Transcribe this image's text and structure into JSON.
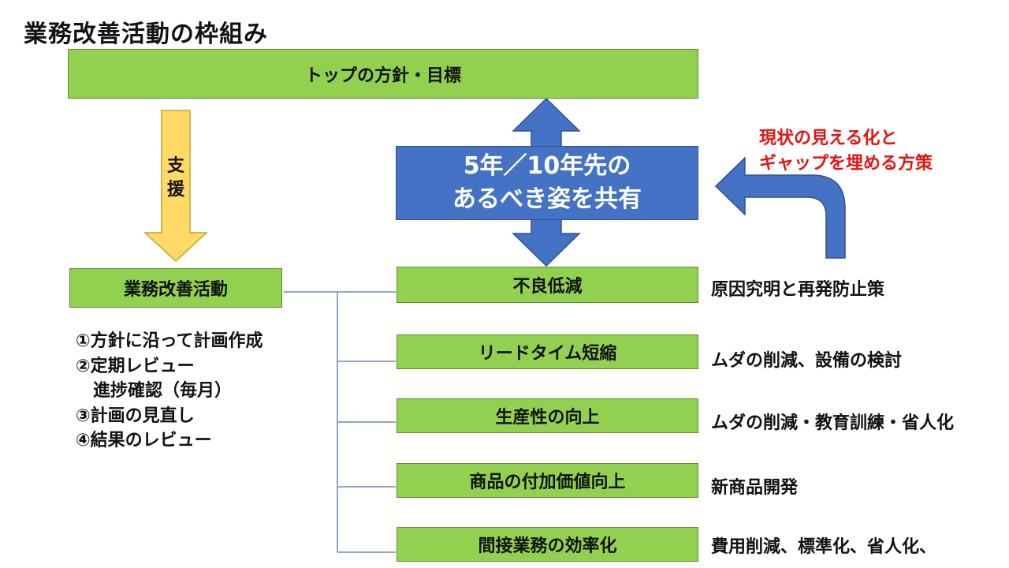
{
  "title": "業務改善活動の枠組み",
  "top_box": "トップの方針・目標",
  "support": {
    "char1": "支",
    "char2": "援"
  },
  "center": {
    "line1": "5年／10年先の",
    "line2": "あるべき姿を共有"
  },
  "visualize": {
    "line1": "現状の見える化と",
    "line2": "ギャップを埋める方策"
  },
  "activity_box": "業務改善活動",
  "steps": [
    "①方針に沿って計画作成",
    "②定期レビュー",
    "　進捗確認（毎月）",
    "③計画の見直し",
    "④結果のレビュー"
  ],
  "items": [
    {
      "label": "不良低減",
      "note": "原因究明と再発防止策"
    },
    {
      "label": "リードタイム短縮",
      "note": "ムダの削減、設備の検討"
    },
    {
      "label": "生産性の向上",
      "note": "ムダの削減・教育訓練・省人化"
    },
    {
      "label": "商品の付加価値向上",
      "note": "新商品開発"
    },
    {
      "label": "間接業務の効率化",
      "note": "費用削減、標準化、省人化、"
    }
  ],
  "colors": {
    "green": "#92D050",
    "blue": "#4472C4",
    "yellow": "#FFD966",
    "red": "#E3140F",
    "connector": "#8EA6C8"
  }
}
